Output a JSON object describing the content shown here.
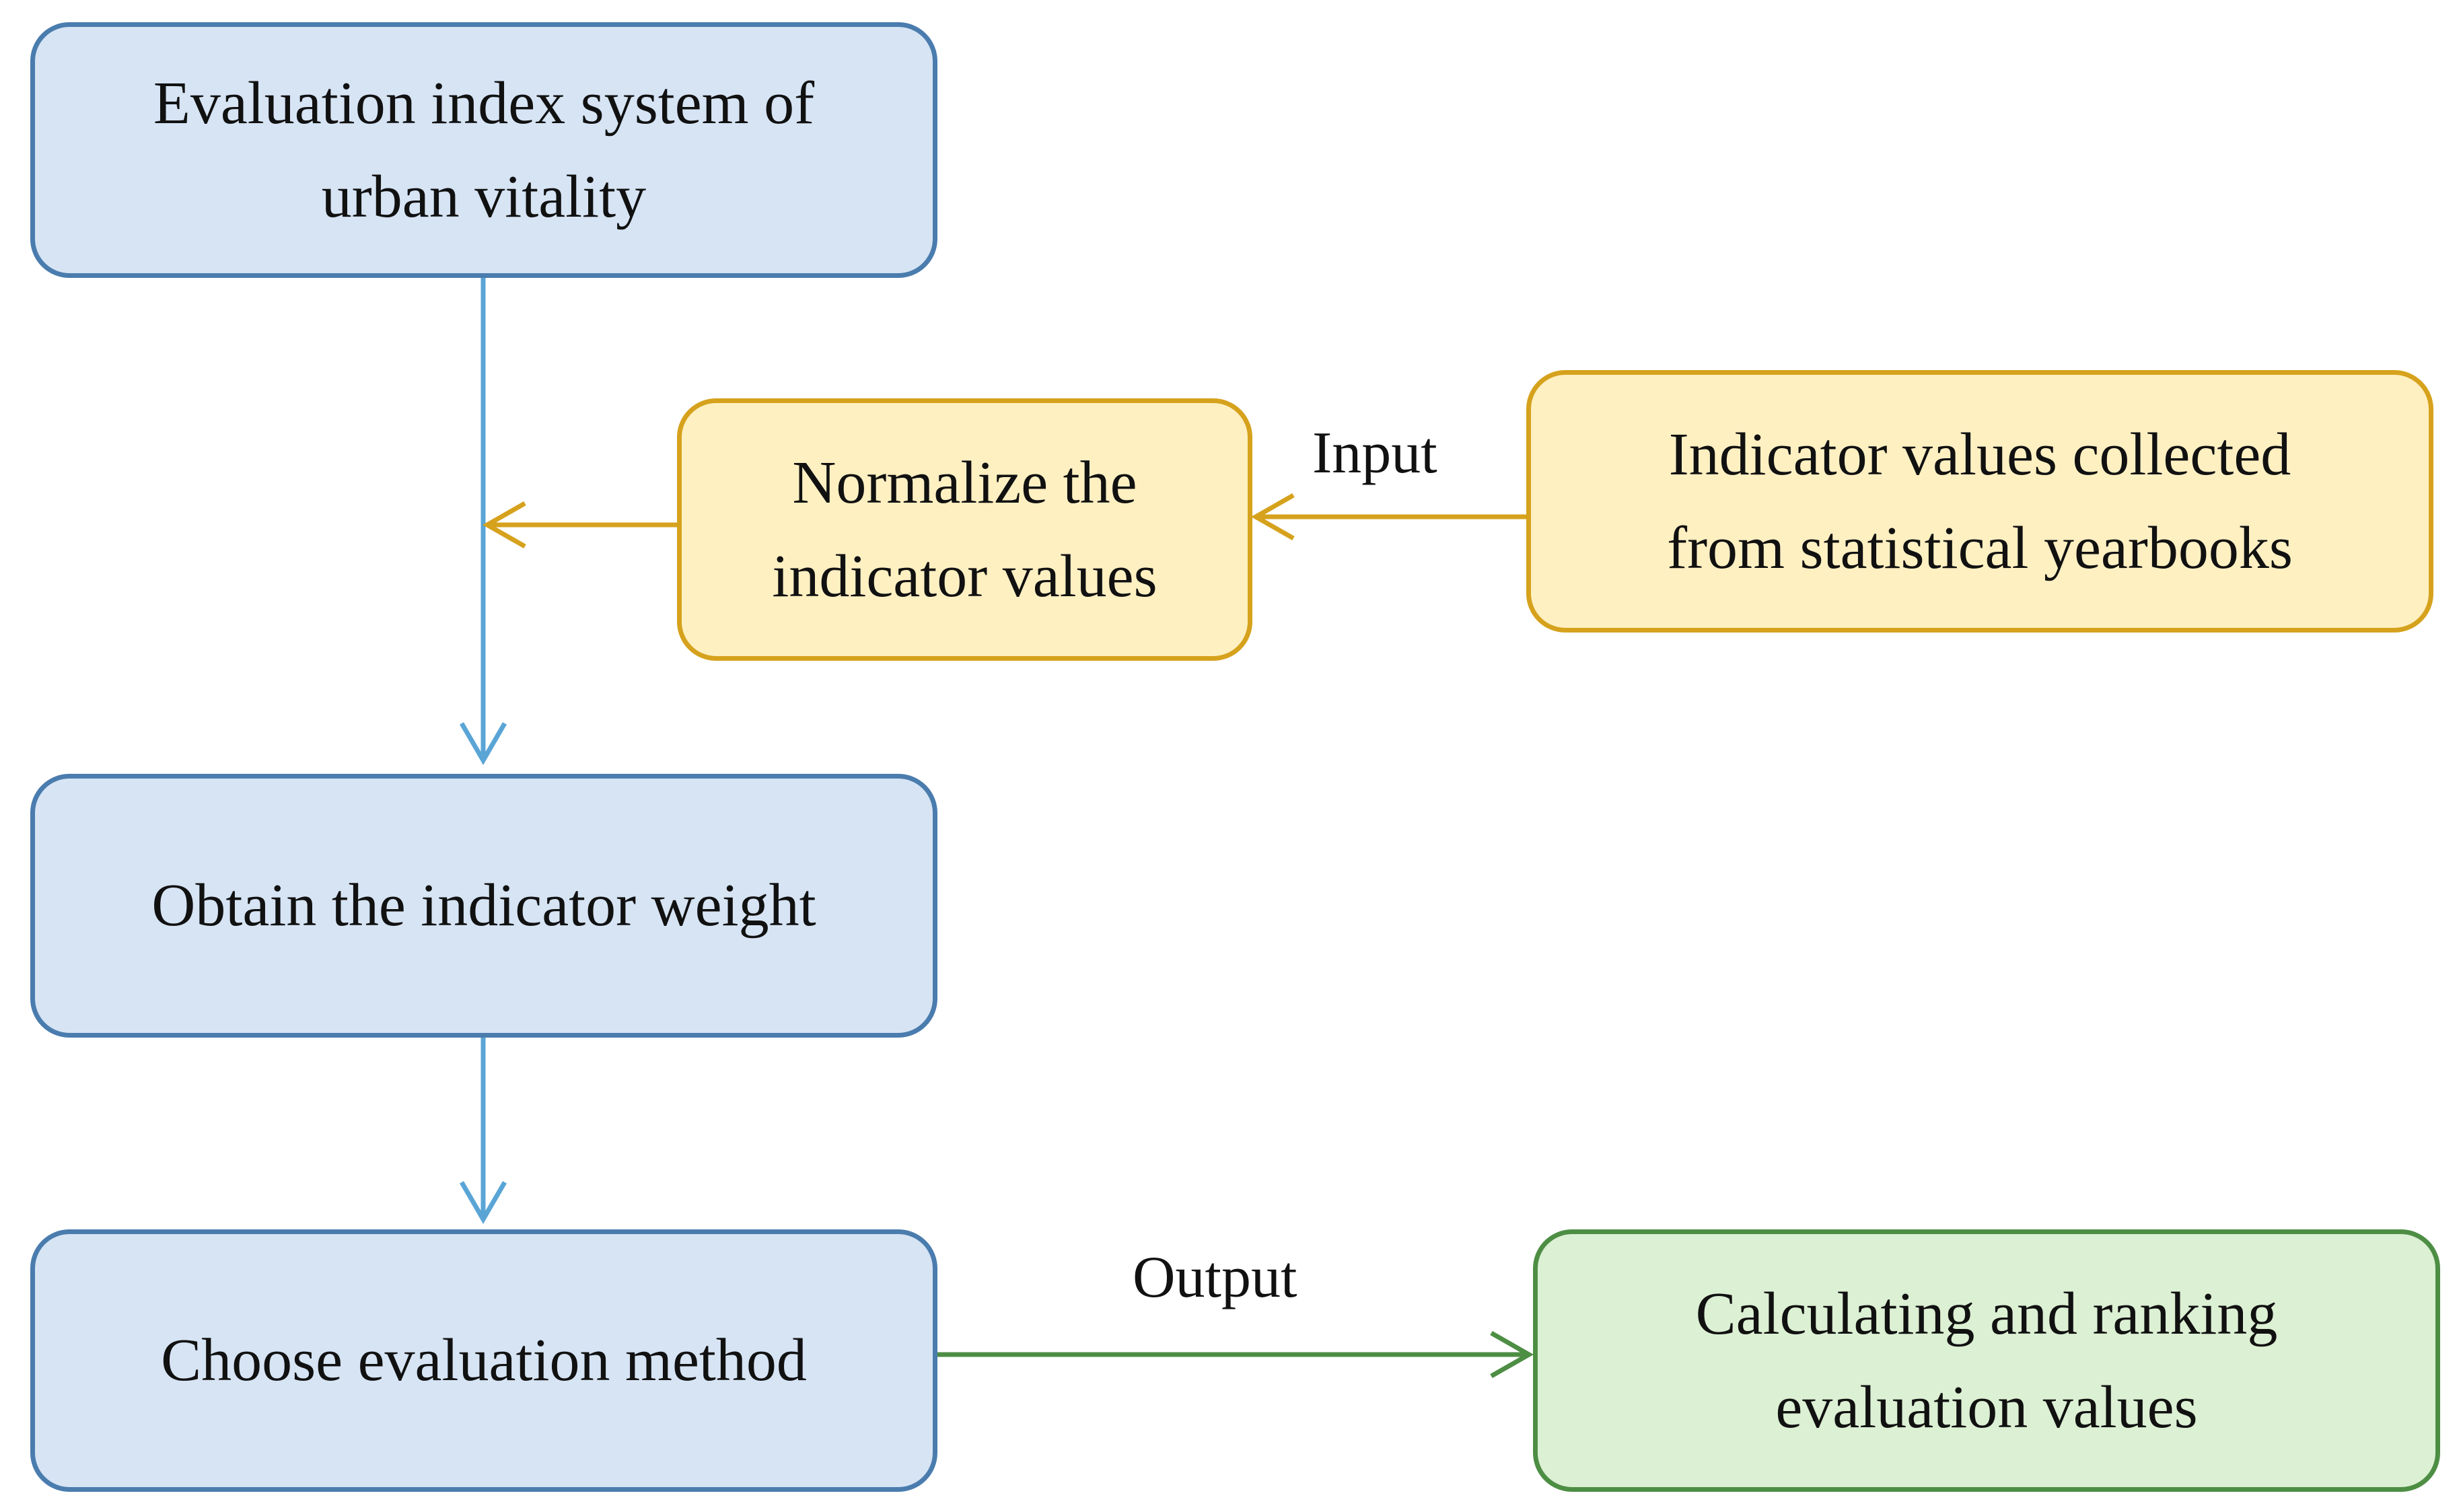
{
  "nodes": {
    "evaluation_index": "Evaluation index system of\nurban vitality",
    "normalize": "Normalize the\nindicator values",
    "collected": "Indicator values collected\nfrom statistical yearbooks",
    "obtain_weight": "Obtain the indicator weight",
    "choose_method": "Choose evaluation method",
    "calculate_rank": "Calculating and ranking\nevaluation values"
  },
  "edge_labels": {
    "input": "Input",
    "output": "Output"
  },
  "colors": {
    "blue_fill": "#d6e4f4",
    "blue_stroke": "#4a7cae",
    "blue_arrow": "#5aa5d6",
    "yellow_fill": "#fff0c2",
    "yellow_stroke": "#d6a21d",
    "green_fill": "#dcf0d4",
    "green_stroke": "#4d8e44"
  }
}
